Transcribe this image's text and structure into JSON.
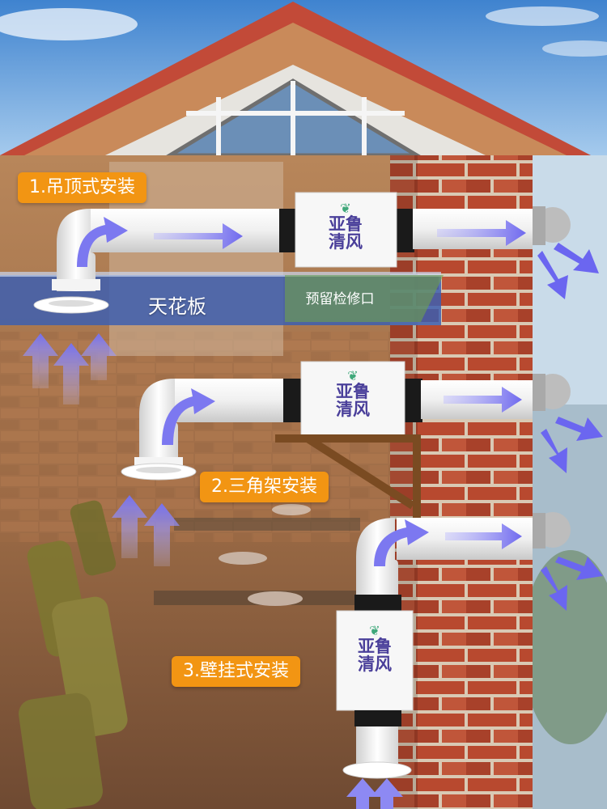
{
  "labels": {
    "method1": "1.吊顶式安装",
    "method2": "2.三角架安装",
    "method3": "3.壁挂式安装",
    "ceiling": "天花板",
    "access_port": "预留检修口"
  },
  "brand": {
    "line1": "亚鲁",
    "line2": "清风"
  },
  "colors": {
    "badge": "#f29513",
    "ceiling_band": "#3d5fb0",
    "brick": "#b5482f",
    "duct": "#f2f2f2",
    "airflow": "#7f7bf0"
  }
}
